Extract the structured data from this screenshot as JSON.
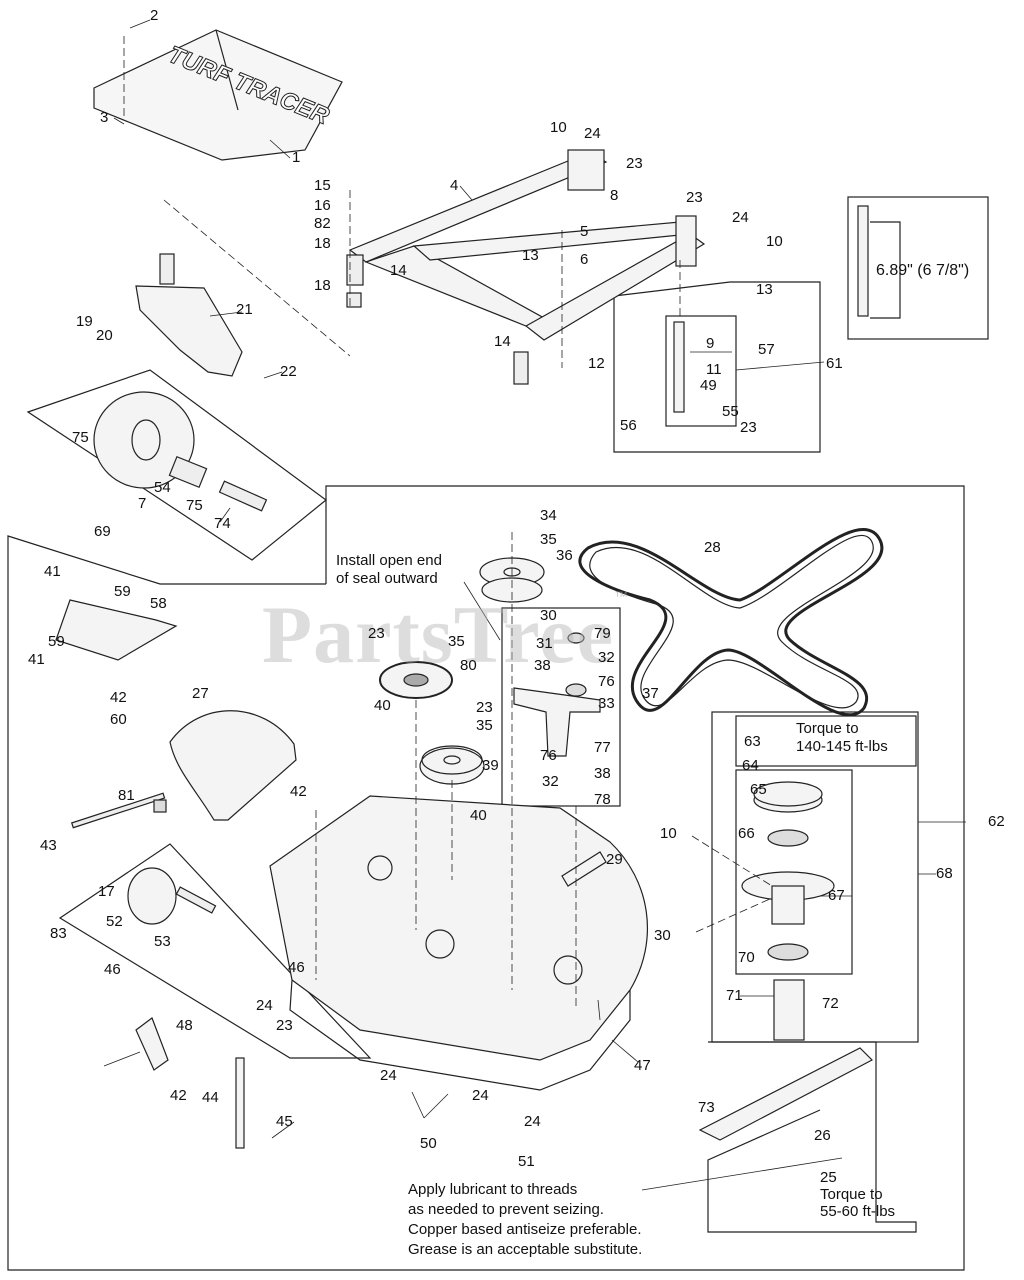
{
  "colors": {
    "line": "#222222",
    "fill": "#f4f4f4",
    "watermark": "#b4b4b4"
  },
  "watermark": {
    "text": "PartsTree",
    "tm": "™"
  },
  "decal": {
    "text": "TURF TRACER"
  },
  "dimension": {
    "label": "6.89\" (6 7/8\")"
  },
  "notes": {
    "seal": [
      "Install open end",
      "of seal outward"
    ],
    "torque_upper": [
      "Torque to",
      "140-145 ft-lbs"
    ],
    "torque_lower": [
      "Torque to",
      "55-60 ft-lbs"
    ],
    "lubricant": [
      "Apply lubricant to threads",
      "as needed to prevent seizing.",
      "Copper based antiseize preferable.",
      "Grease is an acceptable substitute."
    ]
  },
  "callouts": {
    "c2": "2",
    "c3": "3",
    "c1": "1",
    "c15": "15",
    "c16": "16",
    "c82": "82",
    "c18a": "18",
    "c18b": "18",
    "c14a": "14",
    "c4": "4",
    "c10a": "10",
    "c24a": "24",
    "c23a": "23",
    "c8": "8",
    "c23b": "23",
    "c24b": "24",
    "c10b": "10",
    "c5": "5",
    "c6": "6",
    "c13a": "13",
    "c13b": "13",
    "c14b": "14",
    "c12": "12",
    "c9": "9",
    "c57": "57",
    "c61": "61",
    "c11": "11",
    "c49": "49",
    "c56": "56",
    "c55": "55",
    "c23c": "23",
    "c19": "19",
    "c20": "20",
    "c21": "21",
    "c22": "22",
    "c75a": "75",
    "c54": "54",
    "c7": "7",
    "c75b": "75",
    "c74": "74",
    "c69": "69",
    "c34": "34",
    "c35a": "35",
    "c36": "36",
    "c28": "28",
    "c30a": "30",
    "c31": "31",
    "c79": "79",
    "c32a": "32",
    "c38a": "38",
    "c76a": "76",
    "c33": "33",
    "c37": "37",
    "c76b": "76",
    "c77": "77",
    "c38b": "38",
    "c32b": "32",
    "c78": "78",
    "c23d": "23",
    "c35b": "35",
    "c80": "80",
    "c40a": "40",
    "c23e": "23",
    "c35c": "35",
    "c39": "39",
    "c40b": "40",
    "c41a": "41",
    "c59a": "59",
    "c58": "58",
    "c59b": "59",
    "c41b": "41",
    "c42a": "42",
    "c60": "60",
    "c27": "27",
    "c42b": "42",
    "c81": "81",
    "c43": "43",
    "c17": "17",
    "c52": "52",
    "c53": "53",
    "c83": "83",
    "c46a": "46",
    "c46b": "46",
    "c48": "48",
    "c42c": "42",
    "c24c": "24",
    "c23f": "23",
    "c44": "44",
    "c45": "45",
    "c29": "29",
    "c47": "47",
    "c24d": "24",
    "c24e": "24",
    "c50": "50",
    "c24f": "24",
    "c51": "51",
    "c10c": "10",
    "c30b": "30",
    "c63": "63",
    "c64": "64",
    "c65": "65",
    "c66": "66",
    "c67": "67",
    "c70": "70",
    "c71": "71",
    "c72": "72",
    "c62": "62",
    "c68": "68",
    "c73": "73",
    "c26": "26",
    "c25": "25"
  }
}
